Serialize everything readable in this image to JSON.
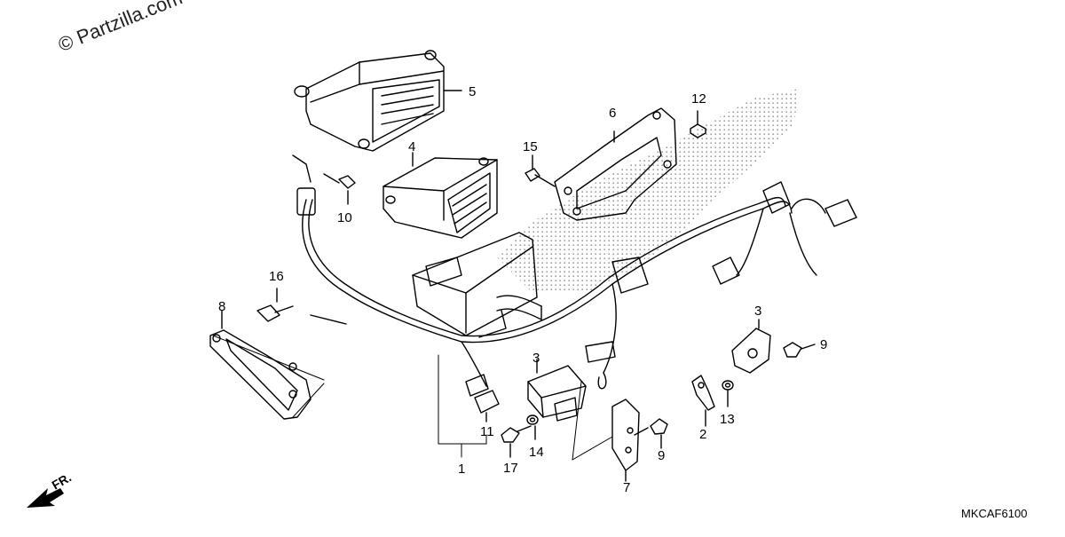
{
  "watermark": "© Partzilla.com",
  "diagram_code": "MKCAF6100",
  "front_indicator": "FR.",
  "callouts": {
    "c1": "1",
    "c2": "2",
    "c3a": "3",
    "c3b": "3",
    "c4": "4",
    "c5": "5",
    "c6": "6",
    "c7": "7",
    "c8": "8",
    "c9a": "9",
    "c9b": "9",
    "c10": "10",
    "c11": "11",
    "c12": "12",
    "c13": "13",
    "c14": "14",
    "c15": "15",
    "c16": "16",
    "c17": "17"
  },
  "colors": {
    "line": "#000000",
    "stipple": "#9a9a9a",
    "background": "#ffffff"
  }
}
